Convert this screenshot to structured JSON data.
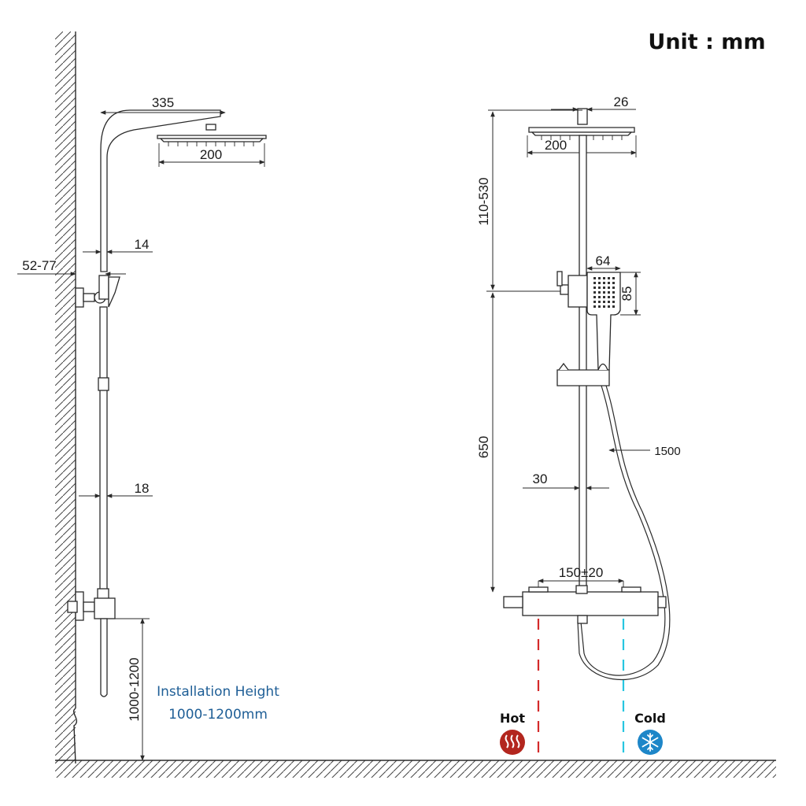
{
  "unit_label": "Unit : mm",
  "side_view": {
    "arm_length": "335",
    "head_width": "200",
    "pipe_upper_dia": "14",
    "wall_gap": "52-77",
    "pipe_lower_dia": "18",
    "install_height": "1000-1200"
  },
  "front_view": {
    "head_offset": "26",
    "head_width": "200",
    "adjust_range": "110-530",
    "handshower_width": "64",
    "handshower_height": "85",
    "hose_length": "1500",
    "bar_length": "650",
    "pipe_dia": "30",
    "inlet_spacing": "150±20"
  },
  "installation_note": {
    "line1": "Installation Height",
    "line2": "1000-1200mm"
  },
  "inlets": {
    "hot_label": "Hot",
    "cold_label": "Cold",
    "hot_color": "#d42a2a",
    "cold_color": "#27c6e0"
  },
  "icons": {
    "hot": "heat-waves-icon",
    "cold": "snowflake-icon"
  }
}
